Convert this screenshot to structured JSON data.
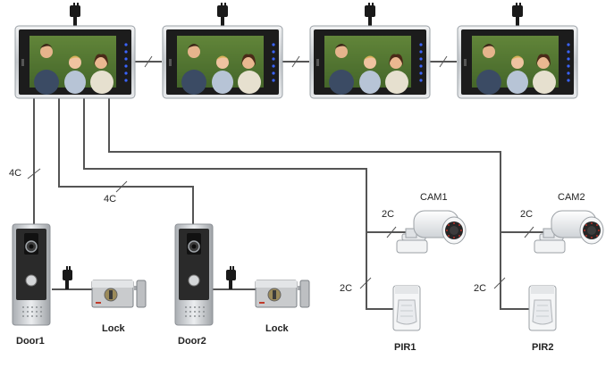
{
  "monitors": [
    {
      "name": "monitor-1"
    },
    {
      "name": "monitor-2"
    },
    {
      "name": "monitor-3"
    },
    {
      "name": "monitor-4"
    }
  ],
  "labels": {
    "cable_4c_a": "4C",
    "cable_4c_b": "4C",
    "cam1": "CAM1",
    "cam2": "CAM2",
    "cable_2c_cam1": "2C",
    "cable_2c_cam2": "2C",
    "cable_2c_pir1": "2C",
    "cable_2c_pir2": "2C",
    "door1": "Door1",
    "door2": "Door2",
    "lock1": "Lock",
    "lock2": "Lock",
    "pir1": "PIR1",
    "pir2": "PIR2"
  },
  "icons": {
    "power_adapter": "power-adapter-icon",
    "monitor": "video-monitor-icon",
    "door_station": "door-station-icon",
    "electric_lock": "electric-lock-icon",
    "camera": "cctv-camera-icon",
    "pir": "pir-sensor-icon"
  },
  "colors": {
    "wire": "#555555",
    "monitor_frame": "#c9cdd2",
    "monitor_bezel": "#1c1c1c",
    "button_led": "#3a64ff",
    "door_panel": "#2a2a2a",
    "door_silver": "#c8c8c8"
  }
}
